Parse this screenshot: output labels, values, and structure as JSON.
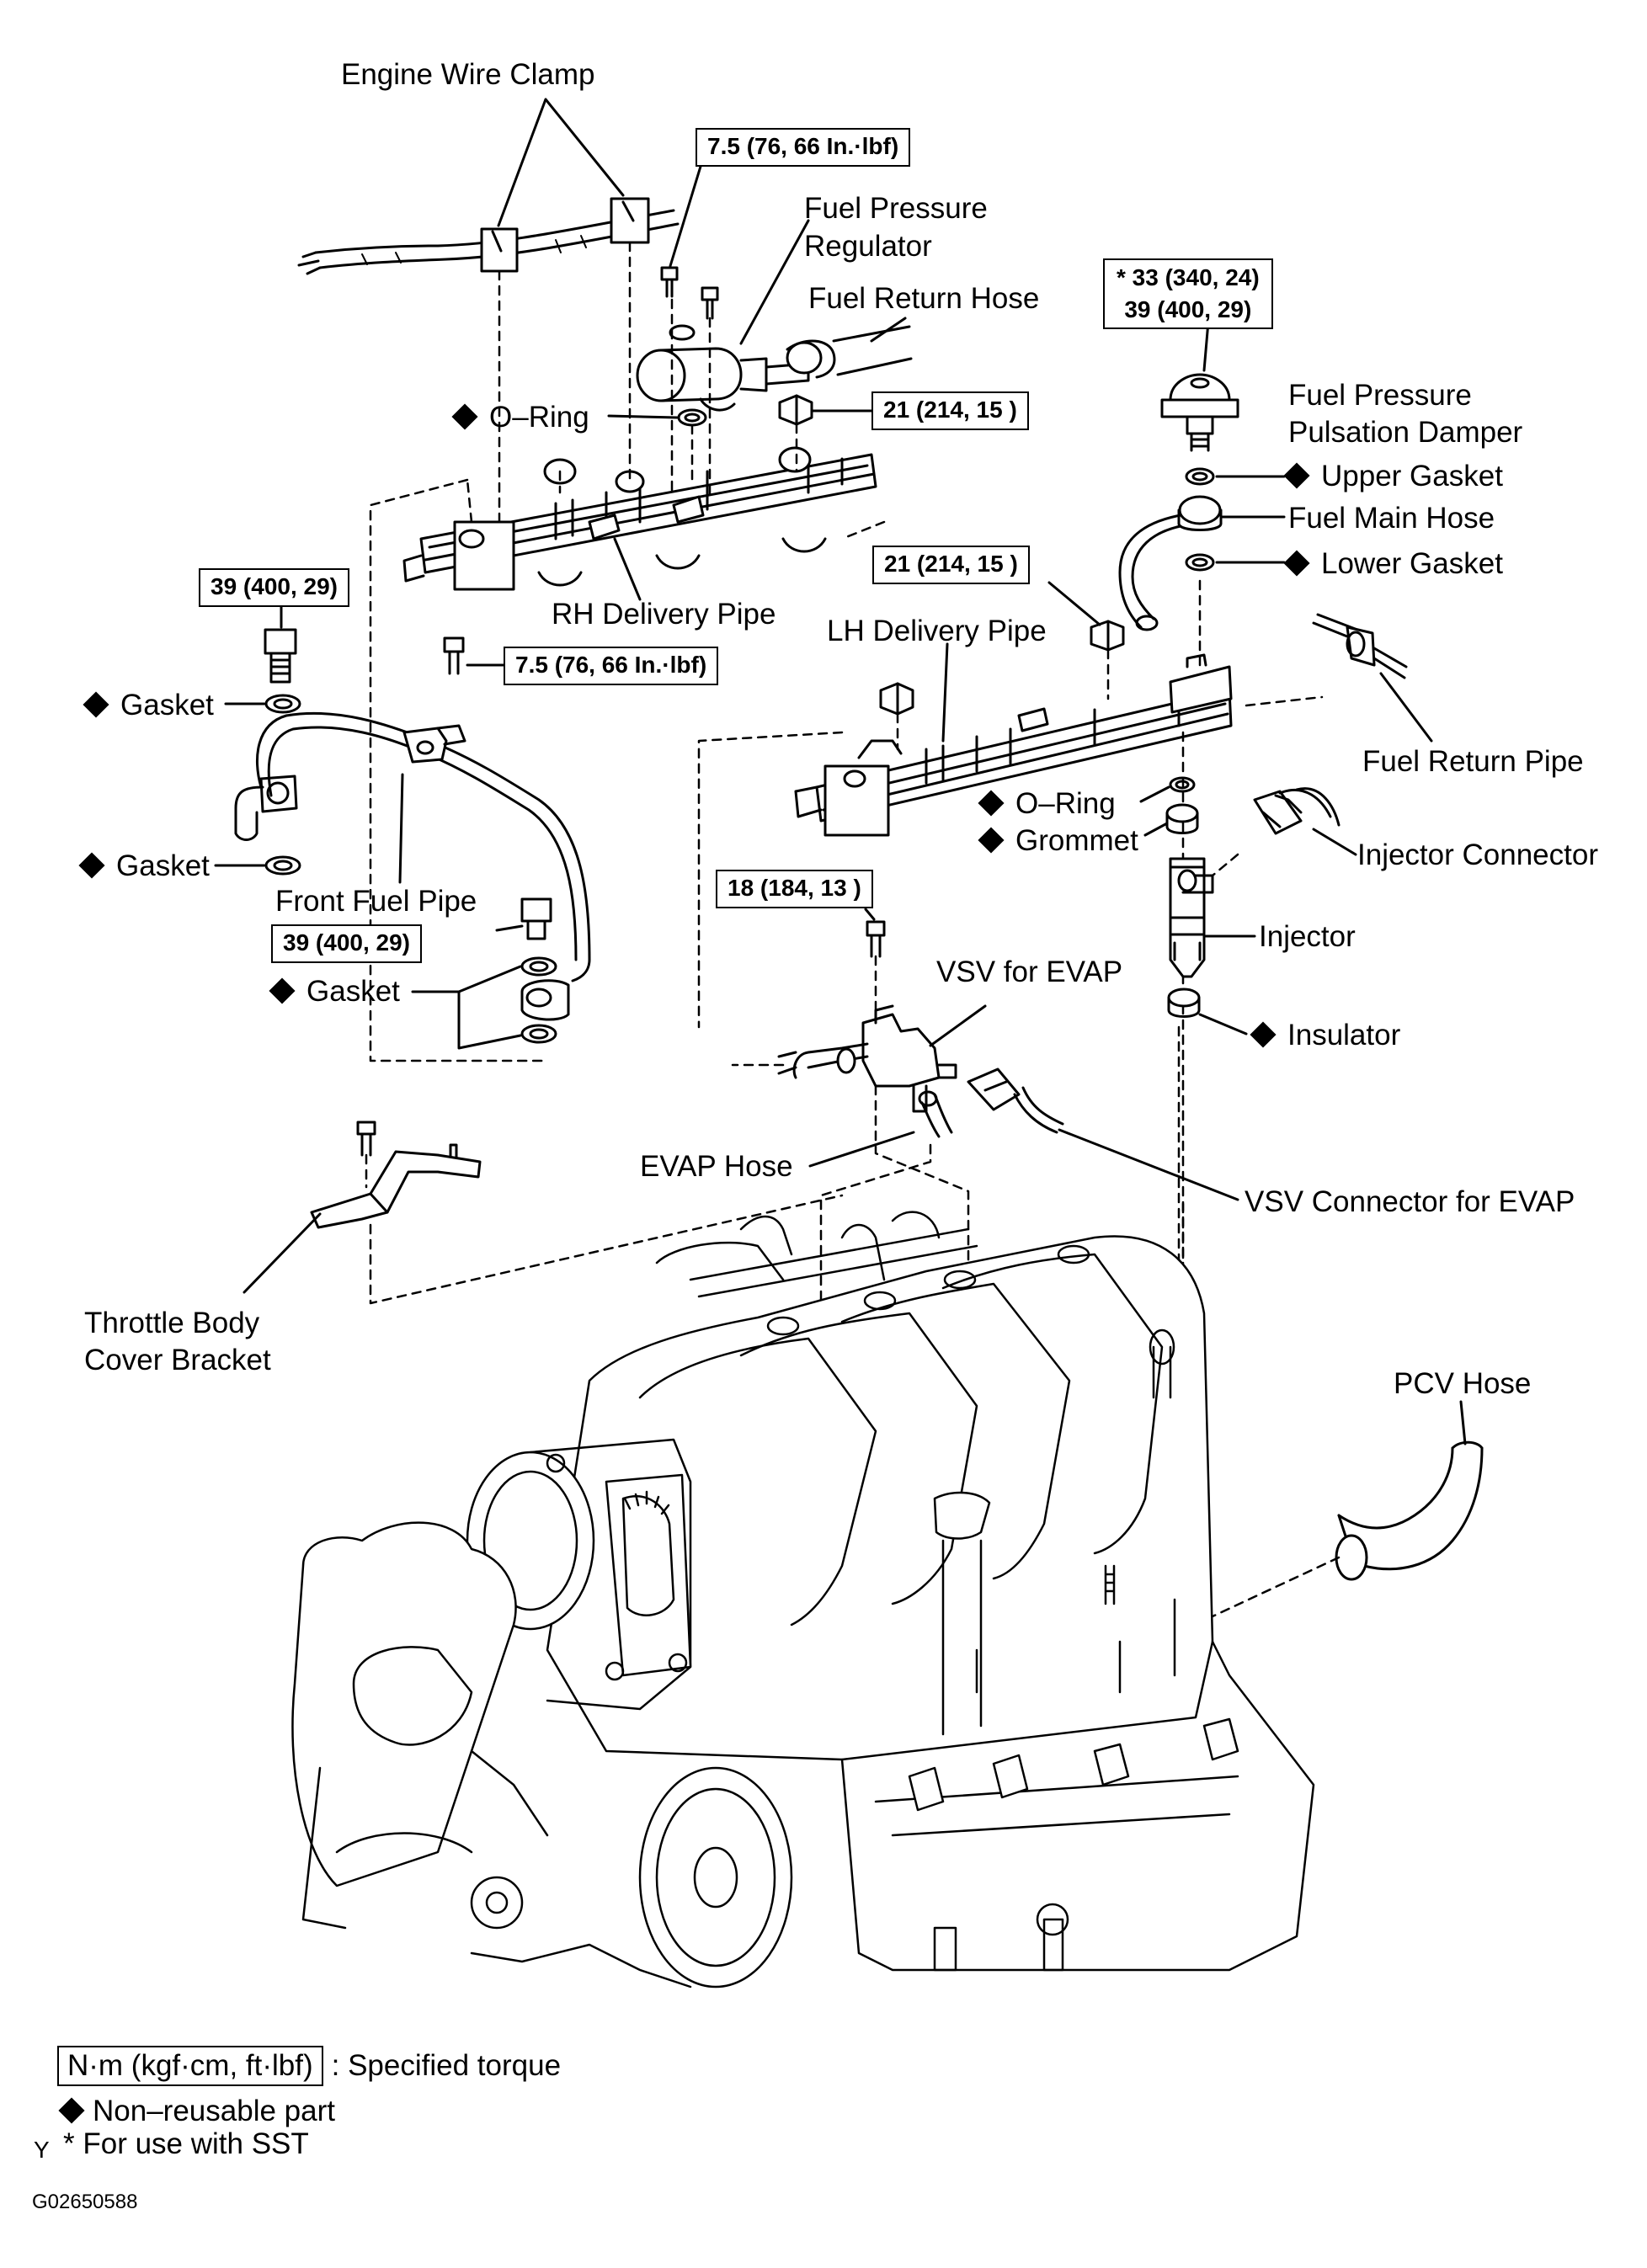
{
  "labels": {
    "engine_wire_clamp": "Engine Wire Clamp",
    "fuel_pressure_regulator_1": "Fuel Pressure",
    "fuel_pressure_regulator_2": "Regulator",
    "fuel_return_hose": "Fuel Return Hose",
    "o_ring_top": "O–Ring",
    "fuel_pressure_pulsation_damper_1": "Fuel Pressure",
    "fuel_pressure_pulsation_damper_2": "Pulsation Damper",
    "upper_gasket": "Upper Gasket",
    "fuel_main_hose": "Fuel Main Hose",
    "lower_gasket": "Lower Gasket",
    "rh_delivery_pipe": "RH Delivery Pipe",
    "lh_delivery_pipe": "LH Delivery Pipe",
    "gasket_upper": "Gasket",
    "gasket_lower": "Gasket",
    "fuel_return_pipe": "Fuel Return Pipe",
    "o_ring_lh": "O–Ring",
    "grommet": "Grommet",
    "injector_connector": "Injector Connector",
    "front_fuel_pipe": "Front Fuel Pipe",
    "injector": "Injector",
    "gasket_front": "Gasket",
    "vsv_for_evap": "VSV for EVAP",
    "insulator": "Insulator",
    "evap_hose": "EVAP Hose",
    "vsv_connector_for_evap": "VSV Connector for EVAP",
    "throttle_body_cover_bracket_1": "Throttle Body",
    "throttle_body_cover_bracket_2": "Cover Bracket",
    "pcv_hose": "PCV Hose"
  },
  "torques": {
    "regulator_bolt": "7.5 (76, 66 In.·lbf)",
    "damper_line1": "* 33 (340, 24)",
    "damper_line2": "39 (400, 29)",
    "rh_nut": "21 (214, 15 )",
    "union_bolt_left": "39 (400, 29)",
    "pipe_bolt": "7.5 (76, 66 In.·lbf)",
    "lh_nut": "21 (214, 15 )",
    "vsv_bolt": "18 (184, 13 )",
    "union_bolt_front": "39 (400, 29)"
  },
  "legend": {
    "torque_unit": "N·m (kgf·cm, ft·lbf)",
    "torque_desc": ": Specified torque",
    "nonreusable": "Non–reusable part",
    "sst_star": "Y",
    "sst": "* For use with SST"
  },
  "figure_code": "G02650588"
}
